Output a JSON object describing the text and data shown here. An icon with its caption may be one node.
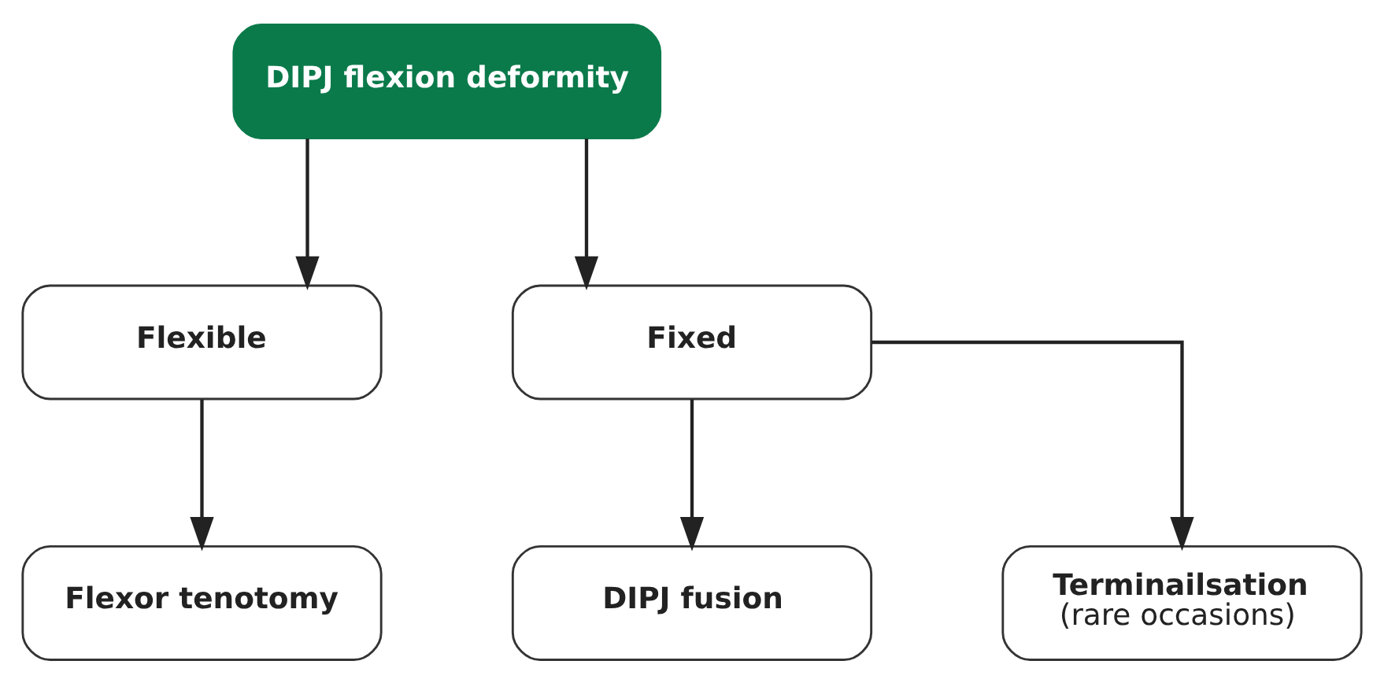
{
  "diagram": {
    "nodes": [
      {
        "text": [
          "DIPJ flexion deformity"
        ]
      },
      {
        "text": [
          "Flexible"
        ]
      },
      {
        "text": [
          "Fixed"
        ]
      },
      {
        "text": [
          "Flexor tenotomy"
        ]
      },
      {
        "text": [
          "DIPJ fusion"
        ]
      },
      {
        "text": [
          "Terminailsation",
          "(rare occasions)"
        ]
      }
    ],
    "edges": [
      {
        "from": 0,
        "to": 1,
        "arrow": "to"
      },
      {
        "from": 0,
        "to": 2,
        "arrow": "to"
      },
      {
        "from": 1,
        "to": 3,
        "arrow": "to"
      },
      {
        "from": 2,
        "to": 4,
        "arrow": "to"
      },
      {
        "from": 2,
        "to": 5,
        "arrow": "to"
      }
    ]
  }
}
